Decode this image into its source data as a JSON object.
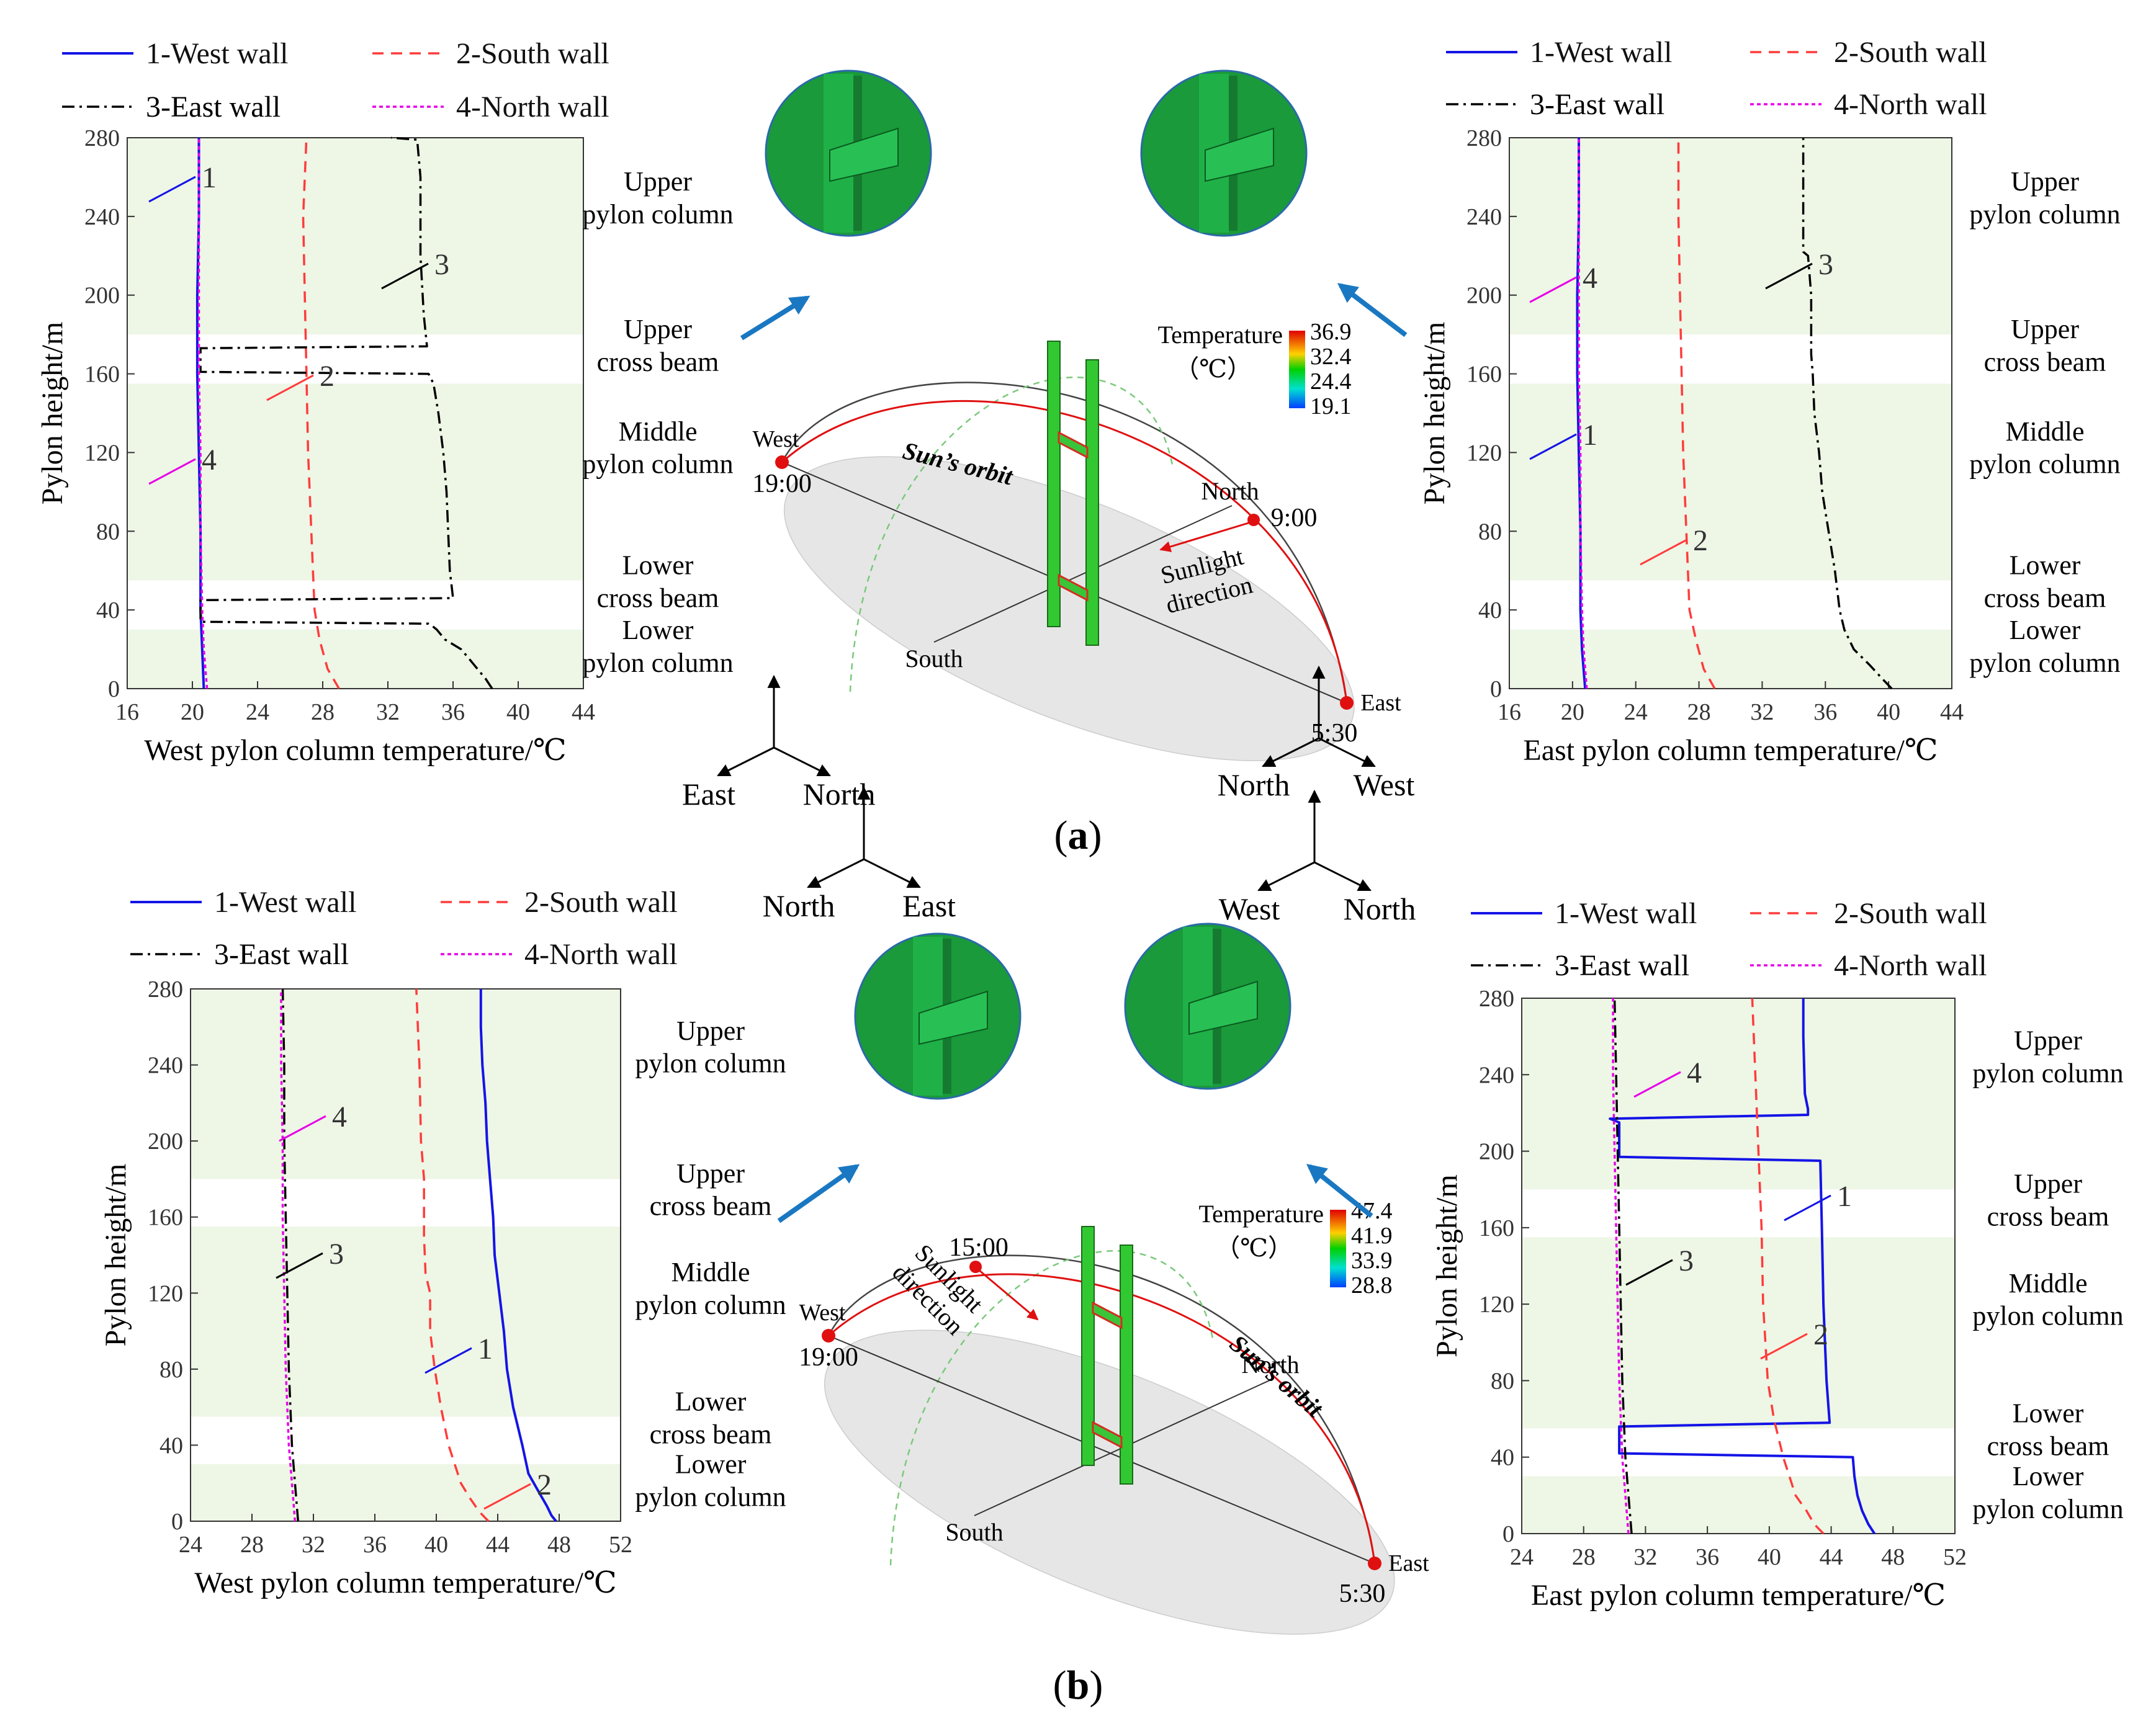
{
  "panel_labels": [
    "(a)",
    "(b)"
  ],
  "region_labels": [
    "Upper\npylon column",
    "Upper\ncross beam",
    "Middle\npylon column",
    "Lower\ncross beam",
    "Lower\npylon column"
  ],
  "colors": {
    "west": "#1414e6",
    "south": "#ff3b3b",
    "east": "#000000",
    "north": "#e600e6",
    "band": "#eef6e6",
    "orbit": "#e01010"
  },
  "diagrams": [
    {
      "temp_title": "Temperature",
      "temp_unit": "（℃）",
      "temp_ticks": [
        "36.9",
        "32.4",
        "24.4",
        "19.1"
      ],
      "west_label": "West",
      "south_label": "South",
      "north_label": "North",
      "east_label": "East",
      "t_start": "19:00",
      "t_mid": "9:00",
      "t_end": "5:30",
      "orbit_label": "Sun’s orbit",
      "sunlight_label": "Sunlight\ndirection",
      "axis_left": [
        "East",
        "North"
      ],
      "axis_right": [
        "North",
        "West"
      ]
    },
    {
      "temp_title": "Temperature",
      "temp_unit": "（℃）",
      "temp_ticks": [
        "47.4",
        "41.9",
        "33.9",
        "28.8"
      ],
      "west_label": "West",
      "south_label": "South",
      "north_label": "North",
      "east_label": "East",
      "t_start": "19:00",
      "t_mid": "15:00",
      "t_end": "5:30",
      "orbit_label": "Sun’s orbit",
      "sunlight_label": "Sunlight\ndirection",
      "axis_left": [
        "North",
        "East"
      ],
      "axis_right": [
        "West",
        "North"
      ]
    }
  ],
  "chart_data": [
    {
      "type": "line",
      "panel": "a",
      "xlabel": "West pylon column temperature/℃",
      "ylabel": "Pylon height/m",
      "xlim": [
        16,
        44
      ],
      "ylim": [
        0,
        280
      ],
      "xticks": [
        16,
        20,
        24,
        28,
        32,
        36,
        40,
        44
      ],
      "yticks": [
        0,
        40,
        80,
        120,
        160,
        200,
        240,
        280
      ],
      "legend": [
        "1-West wall",
        "2-South wall",
        "3-East wall",
        "4-North wall"
      ],
      "markers": [
        "1",
        "2",
        "3",
        "4"
      ],
      "series": [
        {
          "name": "1-West wall",
          "points": [
            [
              20.7,
              0
            ],
            [
              20.6,
              20
            ],
            [
              20.5,
              40
            ],
            [
              20.5,
              80
            ],
            [
              20.4,
              120
            ],
            [
              20.3,
              160
            ],
            [
              20.3,
              200
            ],
            [
              20.4,
              240
            ],
            [
              20.4,
              280
            ]
          ]
        },
        {
          "name": "2-South wall",
          "points": [
            [
              29,
              0
            ],
            [
              28.3,
              10
            ],
            [
              27.8,
              25
            ],
            [
              27.5,
              40
            ],
            [
              27.3,
              80
            ],
            [
              27.1,
              120
            ],
            [
              27.0,
              160
            ],
            [
              26.9,
              200
            ],
            [
              26.8,
              240
            ],
            [
              27.0,
              280
            ]
          ]
        },
        {
          "name": "3-East wall",
          "points": [
            [
              38.4,
              0
            ],
            [
              38.0,
              5
            ],
            [
              37.5,
              10
            ],
            [
              37.0,
              15
            ],
            [
              36.5,
              20
            ],
            [
              35.5,
              25
            ],
            [
              35.0,
              30
            ],
            [
              34.7,
              32
            ],
            [
              34.5,
              33
            ],
            [
              20.5,
              34
            ],
            [
              20.5,
              45
            ],
            [
              36,
              46
            ],
            [
              35.8,
              60
            ],
            [
              35.7,
              80
            ],
            [
              35.6,
              100
            ],
            [
              35.4,
              120
            ],
            [
              35.1,
              140
            ],
            [
              34.8,
              155
            ],
            [
              34.5,
              160
            ],
            [
              20.5,
              161
            ],
            [
              20.5,
              173
            ],
            [
              34.4,
              174
            ],
            [
              34.2,
              190
            ],
            [
              34.0,
              220
            ],
            [
              34.0,
              260
            ],
            [
              33.8,
              279
            ],
            [
              32.2,
              280
            ]
          ]
        },
        {
          "name": "4-North wall",
          "points": [
            [
              20.9,
              0
            ],
            [
              20.7,
              20
            ],
            [
              20.6,
              40
            ],
            [
              20.5,
              80
            ],
            [
              20.5,
              120
            ],
            [
              20.4,
              160
            ],
            [
              20.4,
              200
            ],
            [
              20.4,
              240
            ],
            [
              20.4,
              280
            ]
          ]
        }
      ]
    },
    {
      "type": "line",
      "panel": "a",
      "xlabel": "East pylon column temperature/℃",
      "ylabel": "Pylon height/m",
      "xlim": [
        16,
        44
      ],
      "ylim": [
        0,
        280
      ],
      "xticks": [
        16,
        20,
        24,
        28,
        32,
        36,
        40,
        44
      ],
      "yticks": [
        0,
        40,
        80,
        120,
        160,
        200,
        240,
        280
      ],
      "legend": [
        "1-West wall",
        "2-South wall",
        "3-East wall",
        "4-North wall"
      ],
      "markers": [
        "1",
        "2",
        "3",
        "4"
      ],
      "series": [
        {
          "name": "1-West wall",
          "points": [
            [
              20.8,
              0
            ],
            [
              20.6,
              20
            ],
            [
              20.5,
              40
            ],
            [
              20.5,
              80
            ],
            [
              20.4,
              120
            ],
            [
              20.3,
              160
            ],
            [
              20.3,
              200
            ],
            [
              20.4,
              240
            ],
            [
              20.4,
              280
            ]
          ]
        },
        {
          "name": "2-South wall",
          "points": [
            [
              29,
              0
            ],
            [
              28.3,
              10
            ],
            [
              27.8,
              25
            ],
            [
              27.4,
              40
            ],
            [
              27.2,
              80
            ],
            [
              27.0,
              120
            ],
            [
              26.9,
              160
            ],
            [
              26.8,
              200
            ],
            [
              26.7,
              240
            ],
            [
              26.7,
              280
            ]
          ]
        },
        {
          "name": "3-East wall",
          "points": [
            [
              40.2,
              0
            ],
            [
              39.6,
              5
            ],
            [
              38.8,
              12
            ],
            [
              37.8,
              20
            ],
            [
              37.2,
              30
            ],
            [
              36.9,
              40
            ],
            [
              36.6,
              60
            ],
            [
              36.2,
              80
            ],
            [
              35.8,
              100
            ],
            [
              35.6,
              120
            ],
            [
              35.3,
              140
            ],
            [
              35.2,
              160
            ],
            [
              35.1,
              170
            ],
            [
              35.1,
              200
            ],
            [
              34.9,
              220
            ],
            [
              34.6,
              222
            ],
            [
              34.6,
              240
            ],
            [
              34.6,
              280
            ]
          ]
        },
        {
          "name": "4-North wall",
          "points": [
            [
              20.9,
              0
            ],
            [
              20.7,
              20
            ],
            [
              20.6,
              40
            ],
            [
              20.5,
              80
            ],
            [
              20.5,
              120
            ],
            [
              20.4,
              160
            ],
            [
              20.4,
              200
            ],
            [
              20.4,
              240
            ],
            [
              20.4,
              280
            ]
          ]
        }
      ]
    },
    {
      "type": "line",
      "panel": "b",
      "xlabel": "West pylon column temperature/℃",
      "ylabel": "Pylon height/m",
      "xlim": [
        24,
        52
      ],
      "ylim": [
        0,
        280
      ],
      "xticks": [
        24,
        28,
        32,
        36,
        40,
        44,
        48,
        52
      ],
      "yticks": [
        0,
        40,
        80,
        120,
        160,
        200,
        240,
        280
      ],
      "legend": [
        "1-West wall",
        "2-South wall",
        "3-East wall",
        "4-North wall"
      ],
      "markers": [
        "1",
        "2",
        "3",
        "4"
      ],
      "series": [
        {
          "name": "1-West wall",
          "points": [
            [
              47.8,
              0
            ],
            [
              47.5,
              3
            ],
            [
              47.2,
              8
            ],
            [
              46.7,
              15
            ],
            [
              46.0,
              25
            ],
            [
              45.6,
              40
            ],
            [
              45.0,
              60
            ],
            [
              44.6,
              80
            ],
            [
              44.4,
              100
            ],
            [
              44.1,
              120
            ],
            [
              43.8,
              140
            ],
            [
              43.7,
              160
            ],
            [
              43.5,
              180
            ],
            [
              43.3,
              200
            ],
            [
              43.2,
              220
            ],
            [
              43.0,
              240
            ],
            [
              42.9,
              260
            ],
            [
              42.9,
              280
            ]
          ]
        },
        {
          "name": "2-South wall",
          "points": [
            [
              43.4,
              0
            ],
            [
              42.8,
              5
            ],
            [
              42.2,
              12
            ],
            [
              41.6,
              20
            ],
            [
              40.8,
              40
            ],
            [
              40.3,
              60
            ],
            [
              39.9,
              80
            ],
            [
              39.6,
              100
            ],
            [
              39.6,
              120
            ],
            [
              39.3,
              130
            ],
            [
              39.2,
              150
            ],
            [
              39.2,
              180
            ],
            [
              39.0,
              200
            ],
            [
              38.9,
              240
            ],
            [
              38.7,
              280
            ]
          ]
        },
        {
          "name": "3-East wall",
          "points": [
            [
              31.0,
              0
            ],
            [
              30.8,
              20
            ],
            [
              30.6,
              40
            ],
            [
              30.4,
              80
            ],
            [
              30.3,
              120
            ],
            [
              30.2,
              160
            ],
            [
              30.1,
              200
            ],
            [
              30.1,
              240
            ],
            [
              30.0,
              280
            ]
          ]
        },
        {
          "name": "4-North wall",
          "points": [
            [
              30.8,
              0
            ],
            [
              30.6,
              20
            ],
            [
              30.4,
              40
            ],
            [
              30.2,
              80
            ],
            [
              30.1,
              120
            ],
            [
              30.0,
              160
            ],
            [
              30.0,
              200
            ],
            [
              29.9,
              240
            ],
            [
              29.9,
              280
            ]
          ]
        }
      ]
    },
    {
      "type": "line",
      "panel": "b",
      "xlabel": "East pylon column temperature/℃",
      "ylabel": "Pylon height/m",
      "xlim": [
        24,
        52
      ],
      "ylim": [
        0,
        280
      ],
      "xticks": [
        24,
        28,
        32,
        36,
        40,
        44,
        48,
        52
      ],
      "yticks": [
        0,
        40,
        80,
        120,
        160,
        200,
        240,
        280
      ],
      "legend": [
        "1-West wall",
        "2-South wall",
        "3-East wall",
        "4-North wall"
      ],
      "markers": [
        "1",
        "2",
        "3",
        "4"
      ],
      "series": [
        {
          "name": "1-West wall",
          "points": [
            [
              46.8,
              0
            ],
            [
              46.4,
              5
            ],
            [
              46.0,
              12
            ],
            [
              45.7,
              20
            ],
            [
              45.5,
              30
            ],
            [
              45.4,
              40
            ],
            [
              30.3,
              42
            ],
            [
              30.3,
              56
            ],
            [
              43.9,
              58
            ],
            [
              43.7,
              80
            ],
            [
              43.5,
              120
            ],
            [
              43.4,
              160
            ],
            [
              43.3,
              195
            ],
            [
              30.3,
              197
            ],
            [
              30.3,
              215
            ],
            [
              29.7,
              217
            ],
            [
              42.5,
              219
            ],
            [
              42.5,
              222
            ],
            [
              42.3,
              230
            ],
            [
              42.2,
              260
            ],
            [
              42.2,
              280
            ]
          ]
        },
        {
          "name": "2-South wall",
          "points": [
            [
              43.5,
              0
            ],
            [
              42.9,
              5
            ],
            [
              42.4,
              12
            ],
            [
              41.7,
              20
            ],
            [
              40.9,
              40
            ],
            [
              40.3,
              60
            ],
            [
              39.9,
              80
            ],
            [
              39.6,
              120
            ],
            [
              39.5,
              160
            ],
            [
              39.3,
              200
            ],
            [
              39.1,
              240
            ],
            [
              38.9,
              280
            ]
          ]
        },
        {
          "name": "3-East wall",
          "points": [
            [
              31.1,
              0
            ],
            [
              30.9,
              20
            ],
            [
              30.7,
              40
            ],
            [
              30.5,
              80
            ],
            [
              30.4,
              120
            ],
            [
              30.3,
              160
            ],
            [
              30.2,
              200
            ],
            [
              30.1,
              240
            ],
            [
              30.0,
              280
            ]
          ]
        },
        {
          "name": "4-North wall",
          "points": [
            [
              30.9,
              0
            ],
            [
              30.7,
              20
            ],
            [
              30.5,
              40
            ],
            [
              30.3,
              80
            ],
            [
              30.2,
              120
            ],
            [
              30.1,
              160
            ],
            [
              30.0,
              200
            ],
            [
              29.9,
              240
            ],
            [
              29.9,
              280
            ]
          ]
        }
      ]
    }
  ]
}
